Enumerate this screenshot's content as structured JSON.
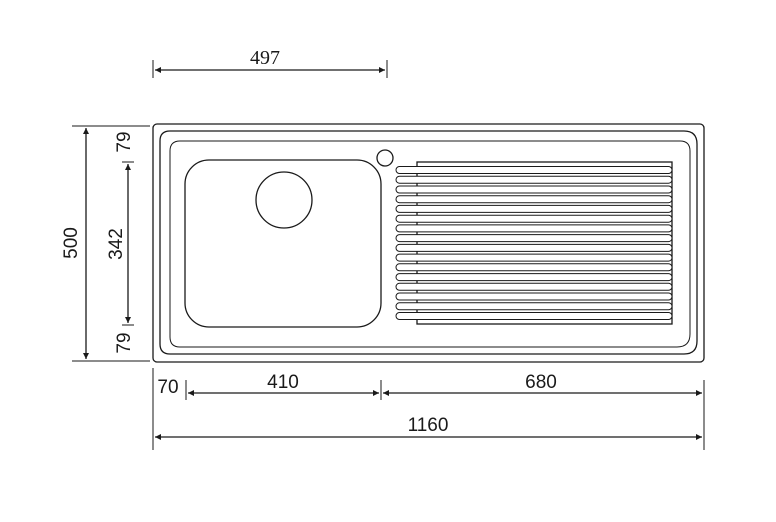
{
  "dimensions": {
    "top_width": "497",
    "overall_height": "500",
    "top_margin": "79",
    "bowl_height": "342",
    "bottom_margin": "79",
    "left_margin": "70",
    "bowl_width": "410",
    "drainer_width": "680",
    "overall_width": "1160"
  },
  "colors": {
    "line": "#1a1a1a",
    "background": "#ffffff"
  },
  "drainer": {
    "rib_count": 16
  }
}
